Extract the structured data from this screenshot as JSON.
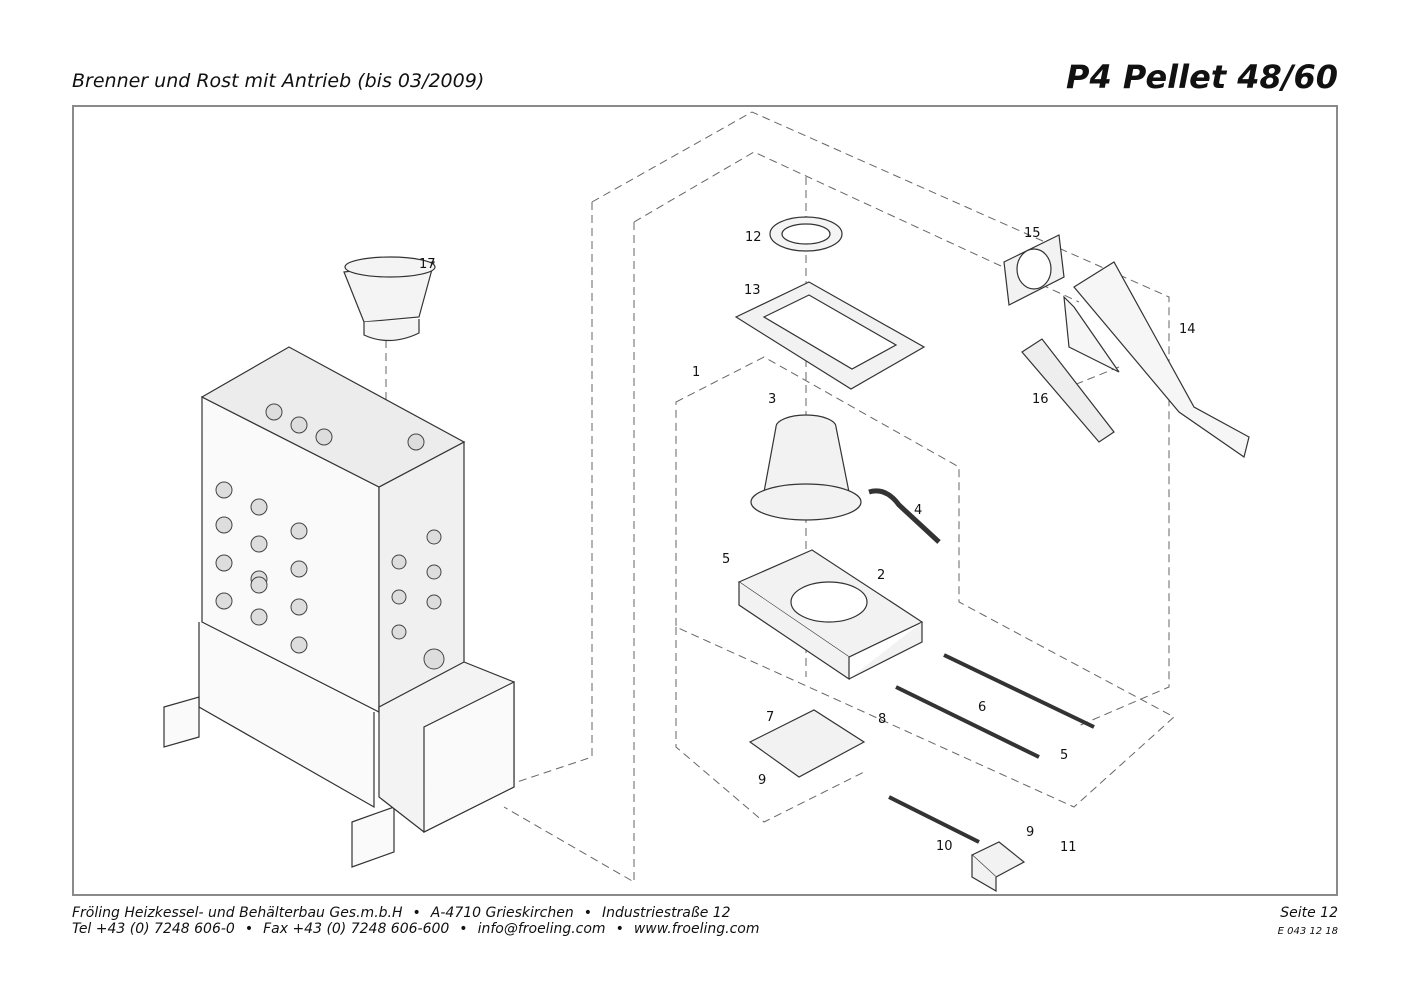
{
  "header": {
    "subtitle": "Brenner und Rost mit Antrieb (bis 03/2009)",
    "title": "P4 Pellet 48/60"
  },
  "callouts": {
    "c1": "1",
    "c2": "2",
    "c3": "3",
    "c4": "4",
    "c5a": "5",
    "c5b": "5",
    "c6": "6",
    "c7": "7",
    "c8": "8",
    "c9a": "9",
    "c9b": "9",
    "c10": "10",
    "c11": "11",
    "c12": "12",
    "c13": "13",
    "c14": "14",
    "c15": "15",
    "c16": "16",
    "c17": "17"
  },
  "footer": {
    "company": "Fröling Heizkessel- und Behälterbau Ges.m.b.H",
    "city": "A-4710 Grieskirchen",
    "street": "Industriestraße 12",
    "tel": "Tel +43 (0) 7248 606-0",
    "fax": "Fax +43 (0) 7248 606-600",
    "email": "info@froeling.com",
    "web": "www.froeling.com",
    "page": "Seite 12",
    "code": "E 043 12 18"
  }
}
